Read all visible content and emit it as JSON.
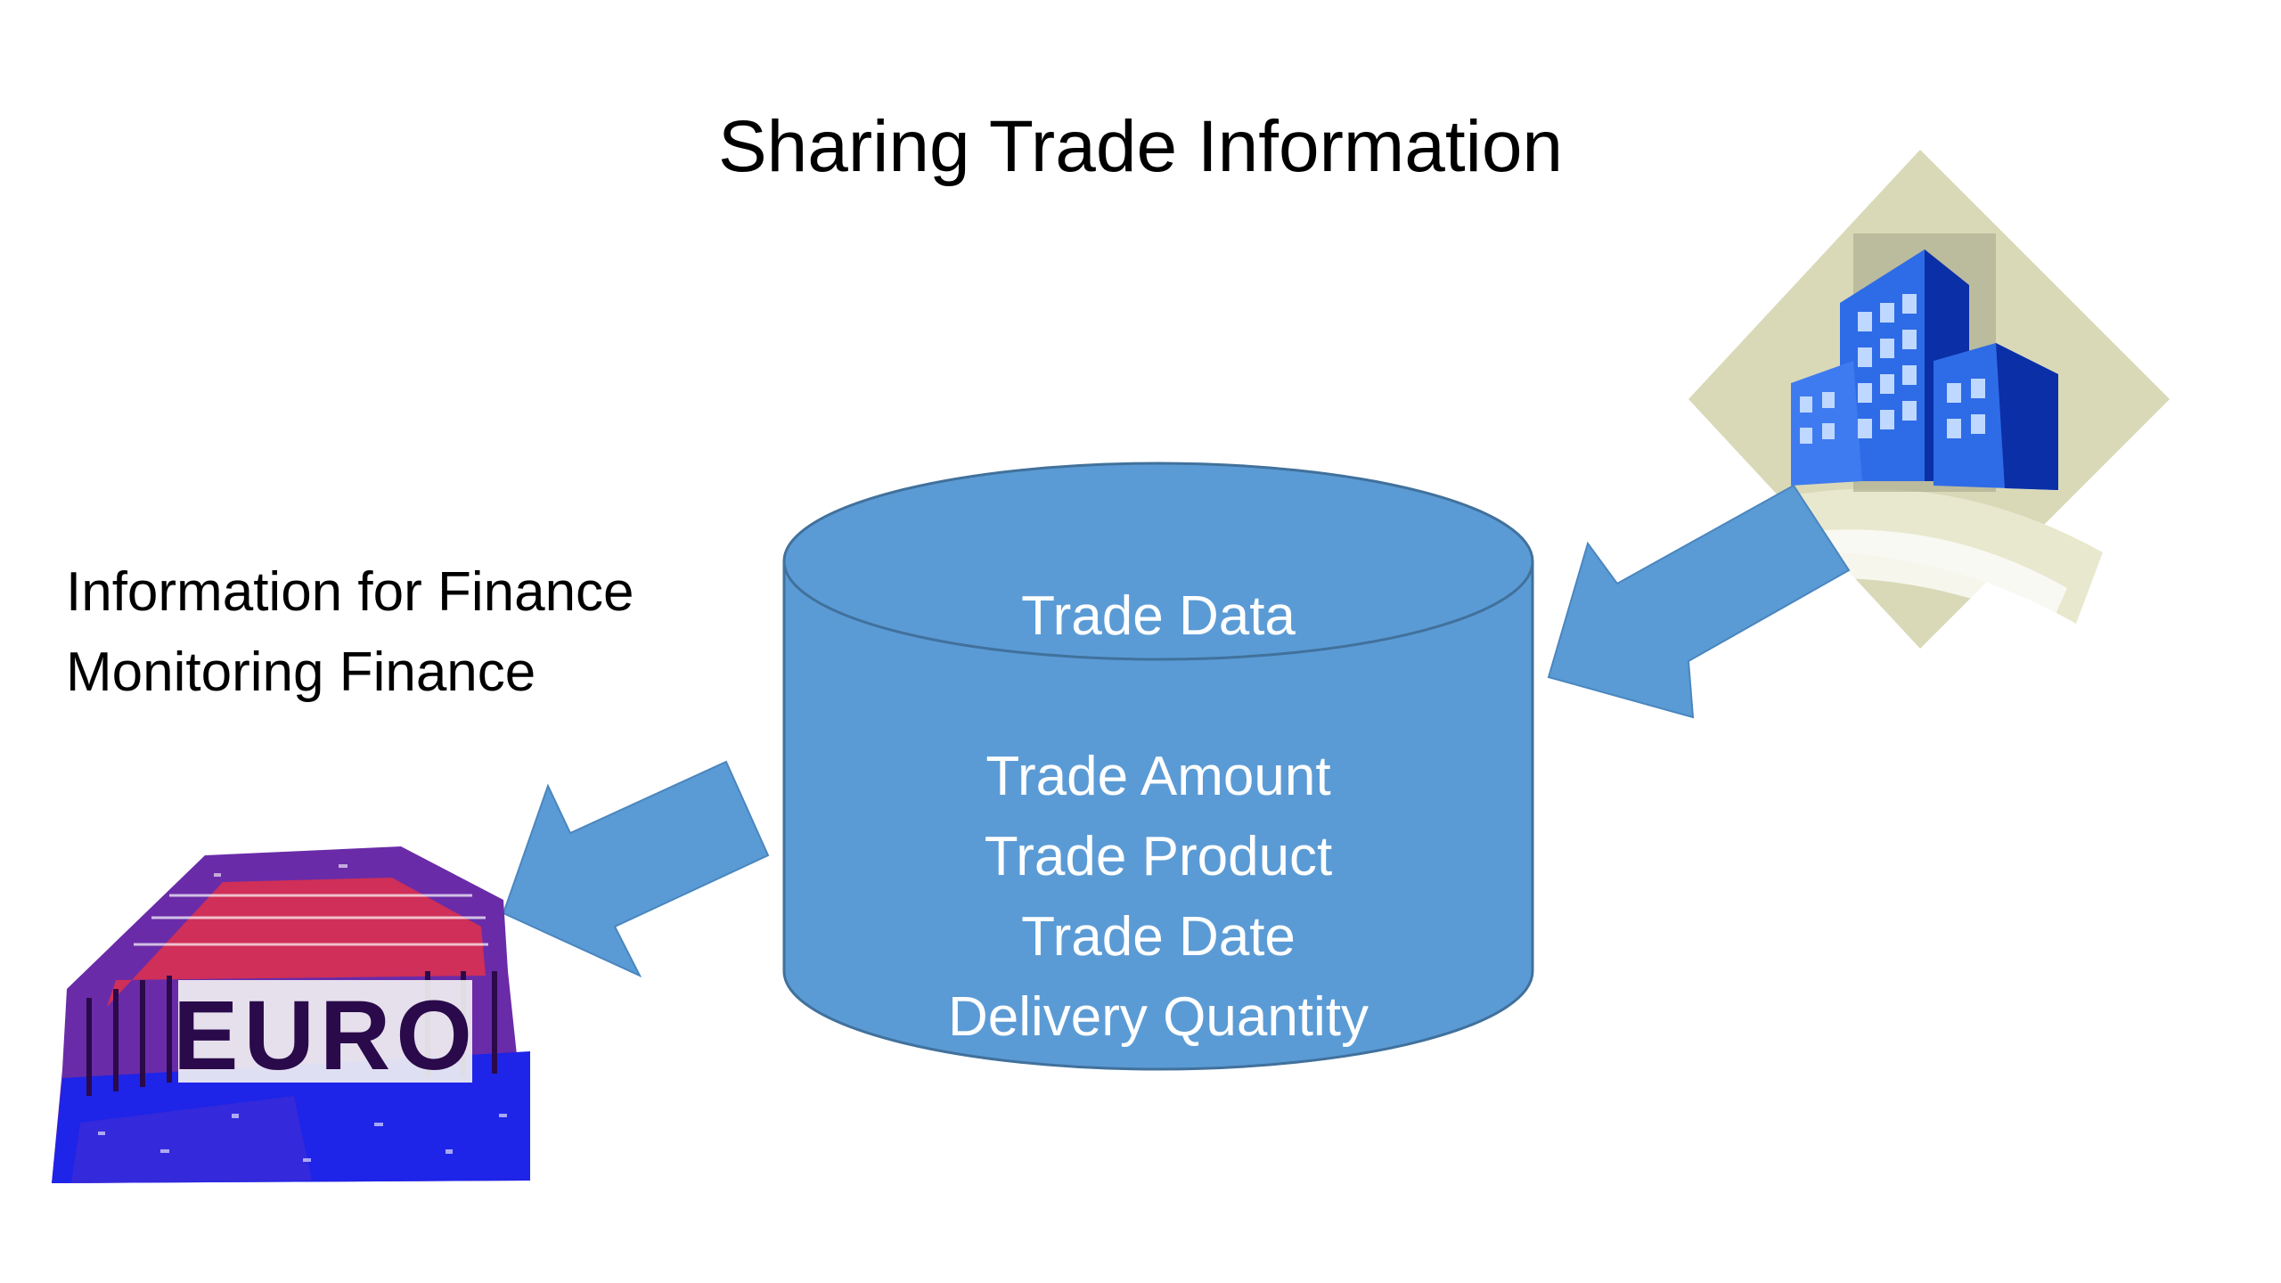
{
  "title": "Sharing Trade Information",
  "side_text": {
    "line1": "Information for Finance",
    "line2": "Monitoring Finance"
  },
  "database": {
    "label": "Trade Data",
    "fields": [
      "Trade Amount",
      "Trade Product",
      "Trade Date",
      "Delivery Quantity"
    ]
  },
  "bank_logo": {
    "text": "EURO"
  },
  "colors": {
    "cylinder_fill": "#5B9BD5",
    "cylinder_stroke": "#41719C",
    "arrow_fill": "#5B9BD5",
    "building_blue": "#1F5BD6",
    "building_dark": "#0B2FA6",
    "diamond": "#D9D9B8"
  },
  "icons": {
    "company": "office-buildings-icon",
    "bank": "bank-building-icon"
  }
}
